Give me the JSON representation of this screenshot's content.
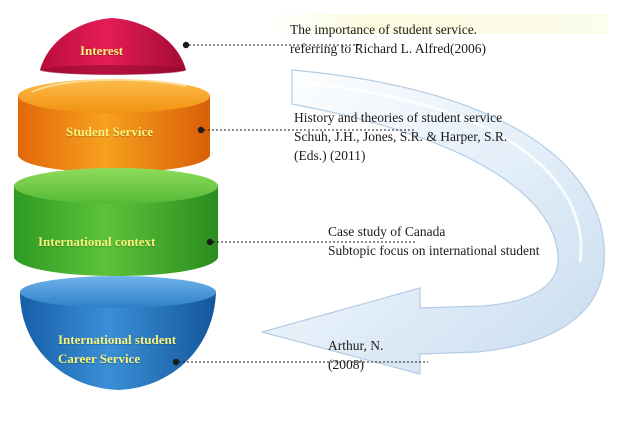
{
  "segments": [
    {
      "label": "Interest",
      "color": "#d6164d"
    },
    {
      "label": "Student Service",
      "color": "#f08a10"
    },
    {
      "label": "International context",
      "color": "#3fae2a"
    },
    {
      "label_lines": [
        "International student",
        "Career Service"
      ],
      "color": "#1f6fb8"
    }
  ],
  "notes": [
    {
      "lines": [
        "The importance of student service.",
        "referring to Richard L. Alfred(2006)"
      ]
    },
    {
      "lines": [
        "History and theories of student service",
        "Schuh, J.H., Jones, S.R. & Harper, S.R.",
        "(Eds.) (2011)"
      ]
    },
    {
      "lines": [
        "Case study of Canada",
        "Subtopic focus on international student"
      ]
    },
    {
      "lines": [
        "Arthur, N.",
        "(2008)"
      ]
    }
  ],
  "colors": {
    "text": "#1b1b1b",
    "segment_label": "#f8f37a",
    "arrow": "#dbe9f6",
    "highlight": "#fbfbe0"
  }
}
